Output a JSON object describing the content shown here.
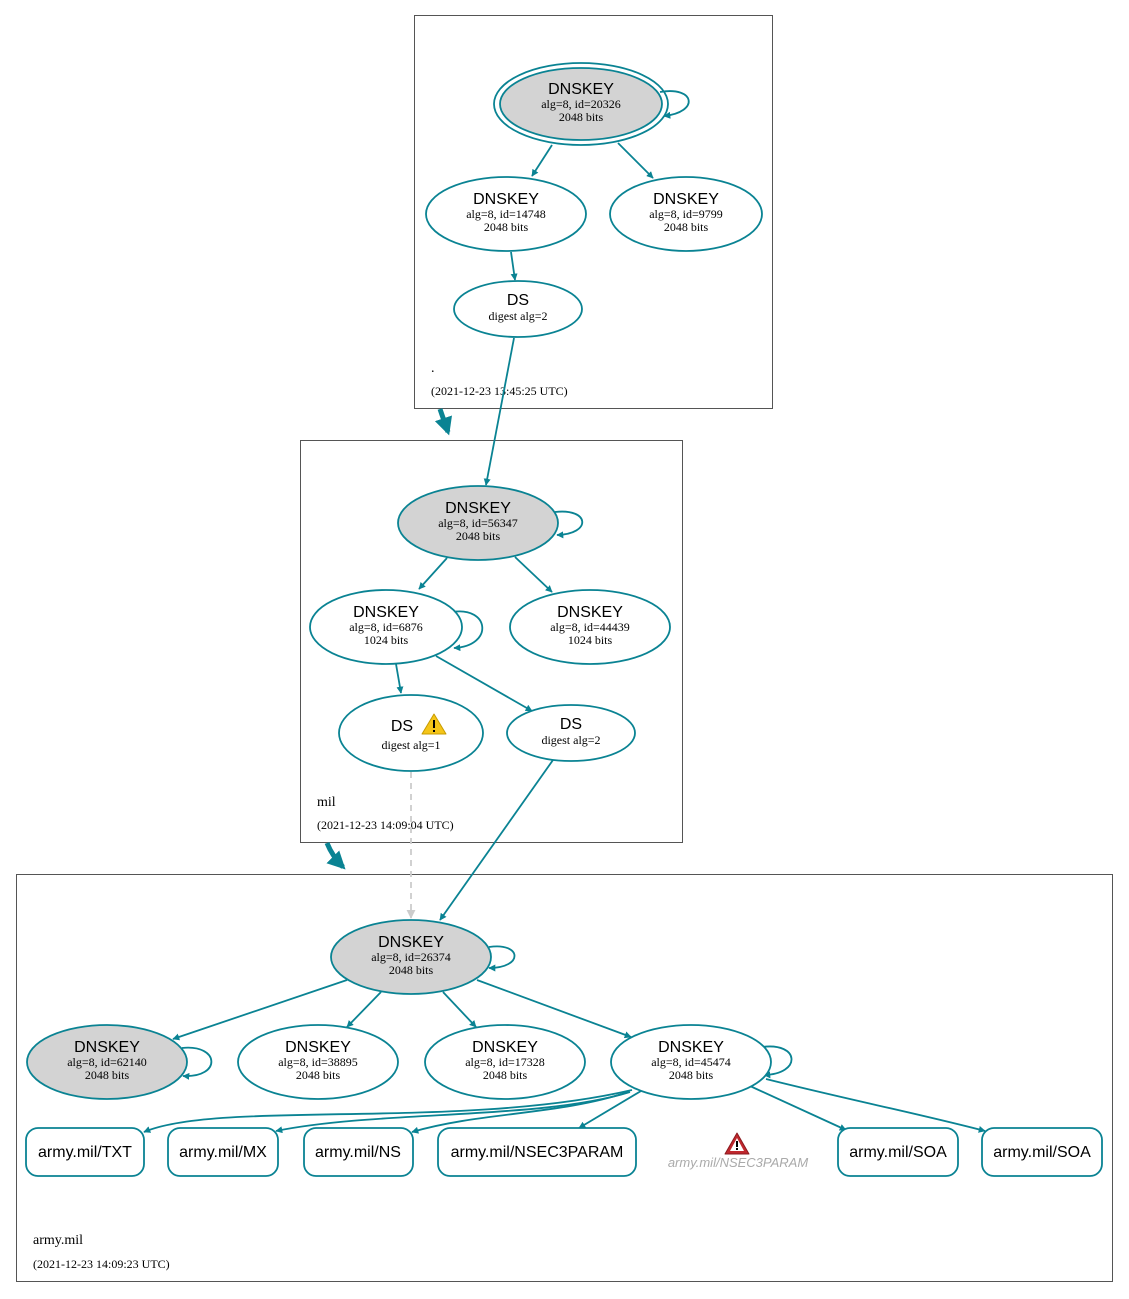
{
  "zones": {
    "root": {
      "name": ".",
      "timestamp": "(2021-12-23 13:45:25 UTC)"
    },
    "mil": {
      "name": "mil",
      "timestamp": "(2021-12-23 14:09:04 UTC)"
    },
    "army": {
      "name": "army.mil",
      "timestamp": "(2021-12-23 14:09:23 UTC)"
    }
  },
  "nodes": {
    "root_ksk": {
      "title": "DNSKEY",
      "line1": "alg=8, id=20326",
      "line2": "2048 bits"
    },
    "root_zsk1": {
      "title": "DNSKEY",
      "line1": "alg=8, id=14748",
      "line2": "2048 bits"
    },
    "root_zsk2": {
      "title": "DNSKEY",
      "line1": "alg=8, id=9799",
      "line2": "2048 bits"
    },
    "root_ds": {
      "title": "DS",
      "line1": "digest alg=2"
    },
    "mil_ksk": {
      "title": "DNSKEY",
      "line1": "alg=8, id=56347",
      "line2": "2048 bits"
    },
    "mil_zsk1": {
      "title": "DNSKEY",
      "line1": "alg=8, id=6876",
      "line2": "1024 bits"
    },
    "mil_zsk2": {
      "title": "DNSKEY",
      "line1": "alg=8, id=44439",
      "line2": "1024 bits"
    },
    "mil_ds1": {
      "title": "DS",
      "line1": "digest alg=1"
    },
    "mil_ds2": {
      "title": "DS",
      "line1": "digest alg=2"
    },
    "army_ksk": {
      "title": "DNSKEY",
      "line1": "alg=8, id=26374",
      "line2": "2048 bits"
    },
    "army_k1": {
      "title": "DNSKEY",
      "line1": "alg=8, id=62140",
      "line2": "2048 bits"
    },
    "army_k2": {
      "title": "DNSKEY",
      "line1": "alg=8, id=38895",
      "line2": "2048 bits"
    },
    "army_k3": {
      "title": "DNSKEY",
      "line1": "alg=8, id=17328",
      "line2": "2048 bits"
    },
    "army_k4": {
      "title": "DNSKEY",
      "line1": "alg=8, id=45474",
      "line2": "2048 bits"
    }
  },
  "records": {
    "txt": "army.mil/TXT",
    "mx": "army.mil/MX",
    "ns": "army.mil/NS",
    "nsec3param": "army.mil/NSEC3PARAM",
    "nsec3param_missing": "army.mil/NSEC3PARAM",
    "soa1": "army.mil/SOA",
    "soa2": "army.mil/SOA"
  },
  "colors": {
    "edge": "#0a8393",
    "filled": "#d3d3d3",
    "box": "#555555",
    "dashed": "#cccccc",
    "missing_text": "#aaaaaa",
    "warning_yellow": "#f5c518",
    "error_red": "#c0272d"
  }
}
